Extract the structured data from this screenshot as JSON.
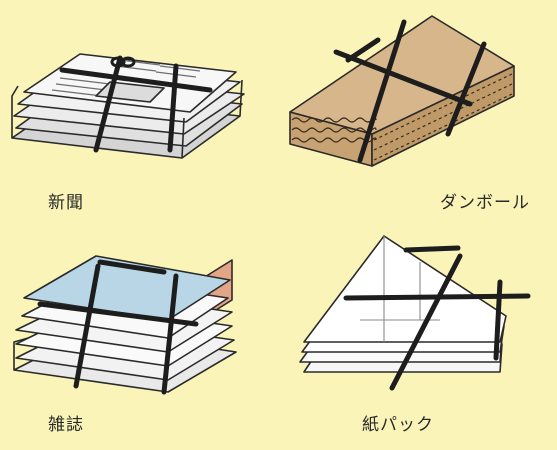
{
  "items": [
    {
      "id": "newspaper",
      "label": "新聞"
    },
    {
      "id": "cardboard",
      "label": "ダンボール"
    },
    {
      "id": "magazine",
      "label": "雑誌"
    },
    {
      "id": "paper_carton",
      "label": "紙パック"
    }
  ],
  "colors": {
    "background": "#fbf4b8",
    "newspaper_paper": "#e6e6e6",
    "cardboard": "#d7b68b",
    "magazine_cover": "#b9d6e6",
    "magazine_spine": "#e2a588",
    "paper_carton": "#ffffff",
    "string": "#1d1d1d"
  }
}
